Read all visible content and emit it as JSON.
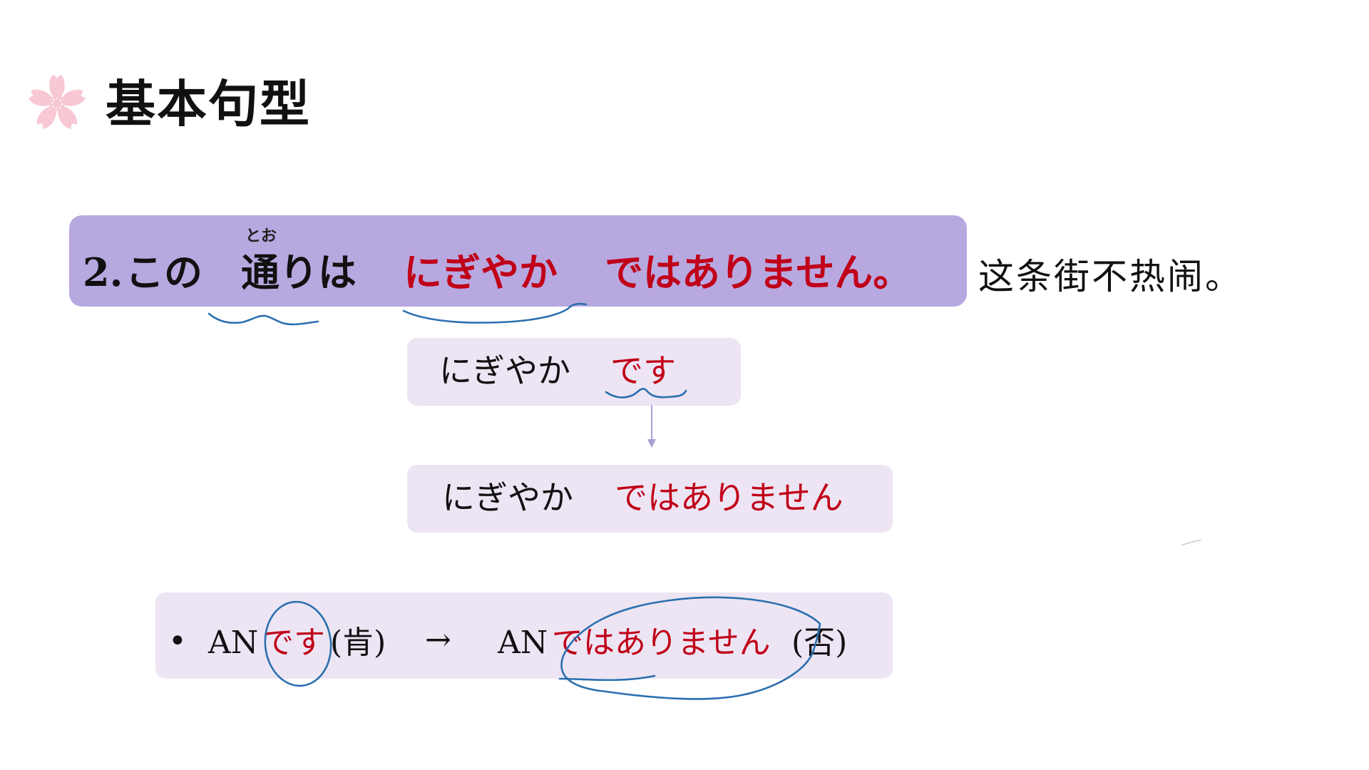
{
  "slide": {
    "title": "基本句型",
    "icon": "sakura-icon",
    "colors": {
      "main_box": "#b8a8e0",
      "sub_box": "#ede5f3",
      "accent_red": "#c00018",
      "ink_blue": "#2a6faf",
      "sakura_pink": "#f8c8d4",
      "arrow": "#a99fd0"
    }
  },
  "sentence": {
    "number": "2.",
    "part1": "この",
    "part2": "通りは",
    "furigana": "とお",
    "adjective": "にぎやか",
    "negation": "ではありません。",
    "translation": "这条街不热闹。"
  },
  "transform": {
    "from": {
      "stem": "にぎやか",
      "ending": "です"
    },
    "to": {
      "stem": "にぎやか",
      "ending": "ではありません"
    }
  },
  "rule": {
    "bullet": "•",
    "pos_prefix": "AN",
    "pos_ending": "です",
    "pos_label": "(肯)",
    "arrow": "→",
    "neg_prefix": "AN",
    "neg_ending": "ではありません",
    "neg_label": "(否)"
  }
}
